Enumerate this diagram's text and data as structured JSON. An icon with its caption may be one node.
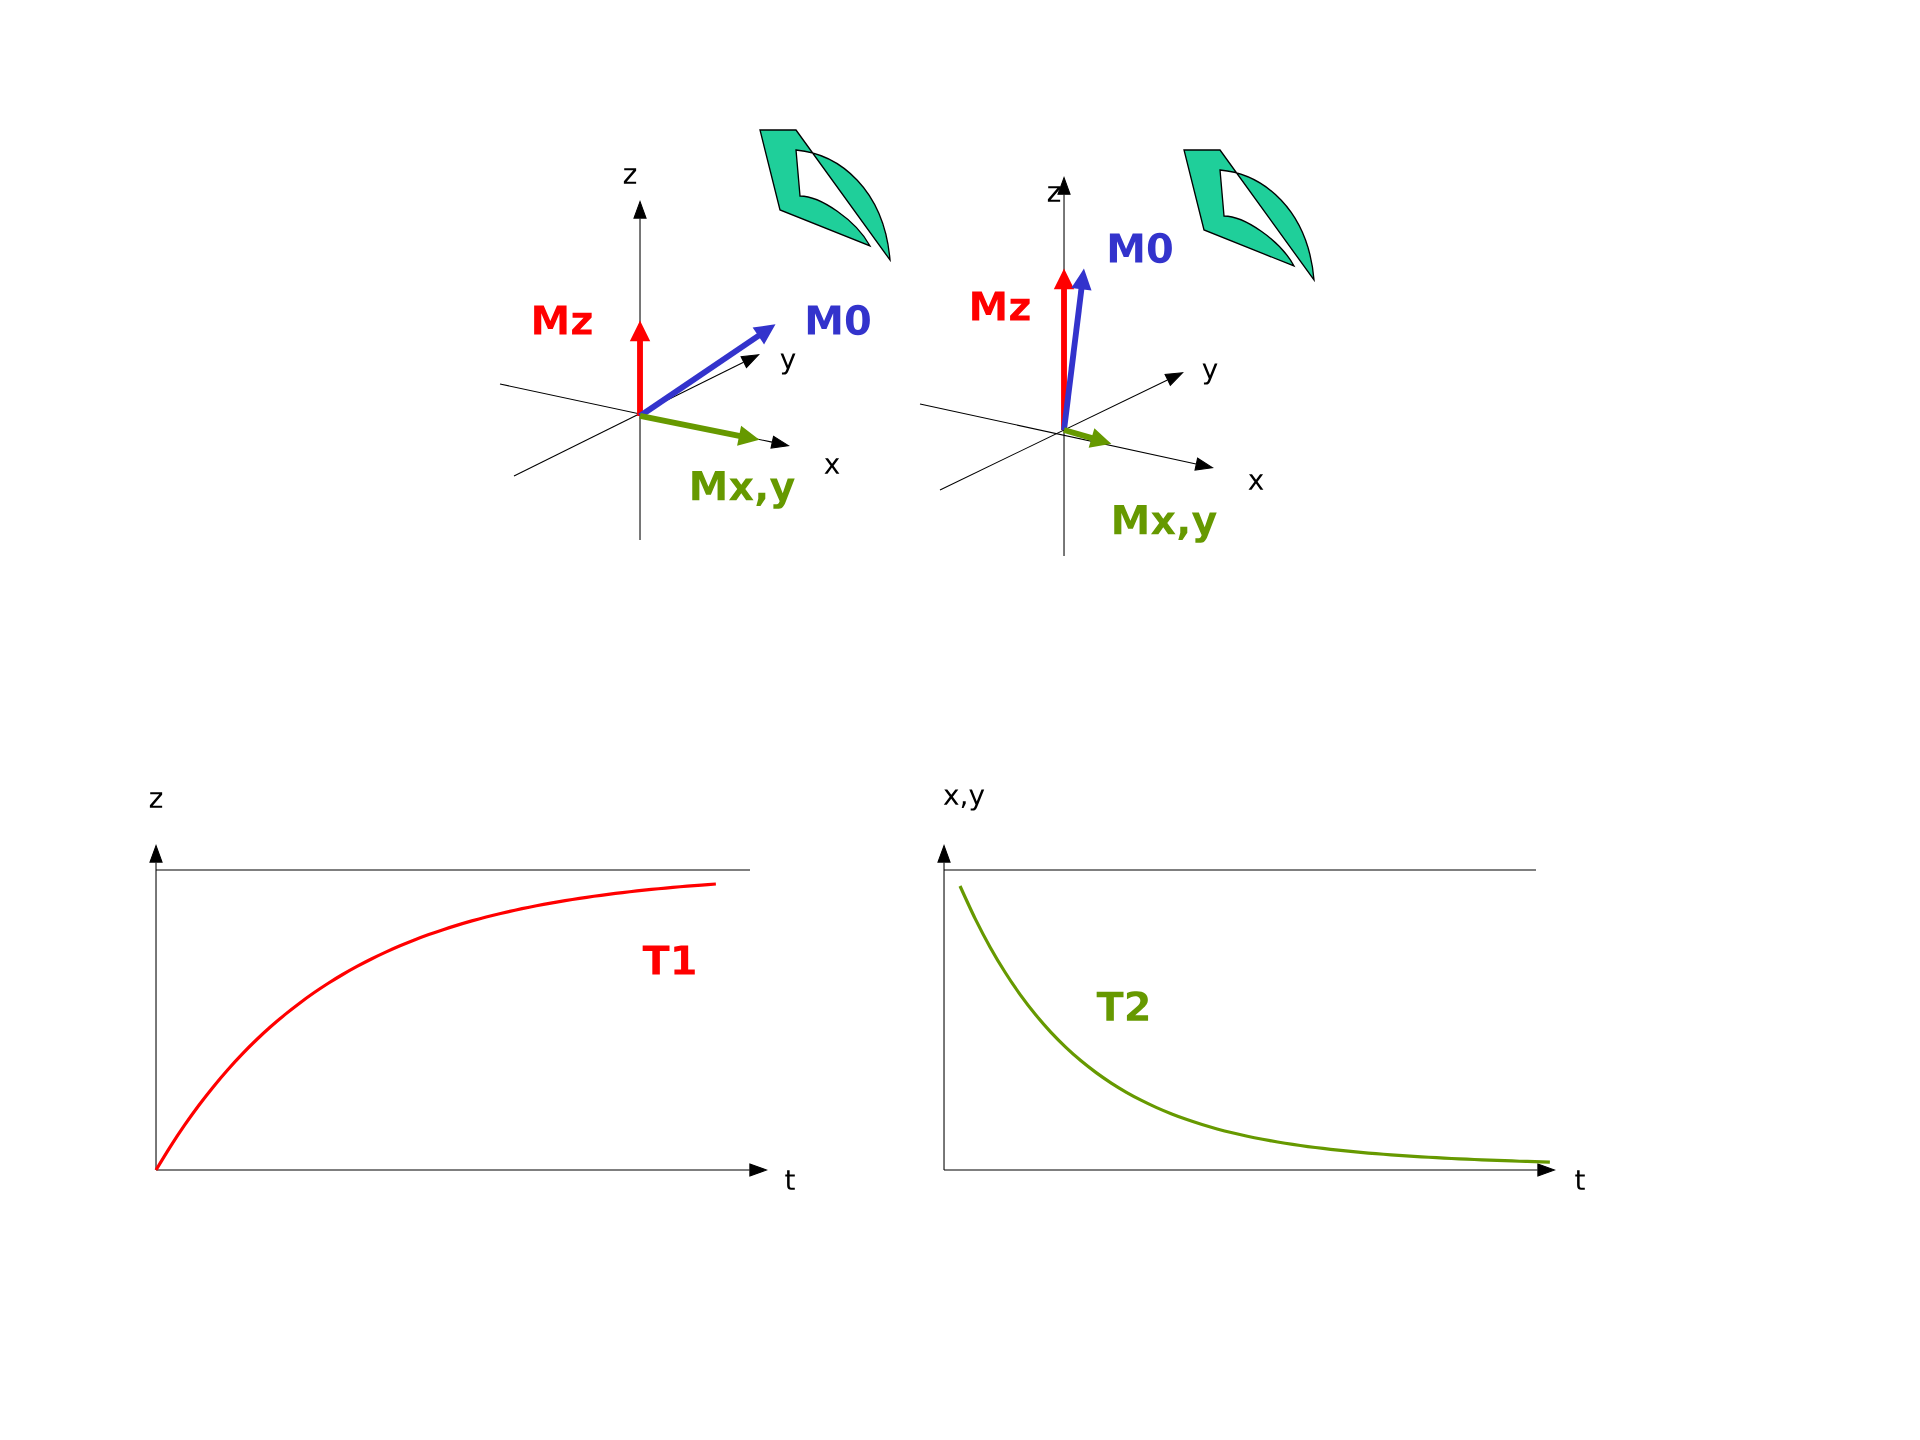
{
  "diagram": {
    "labels": [
      "z",
      "Mz",
      "M0",
      "y",
      "x",
      "Mx,y",
      "z",
      "M0",
      "Mz",
      "y",
      "x",
      "Mx,y",
      "z",
      "T1",
      "t",
      "x,y",
      "T2",
      "t"
    ]
  }
}
